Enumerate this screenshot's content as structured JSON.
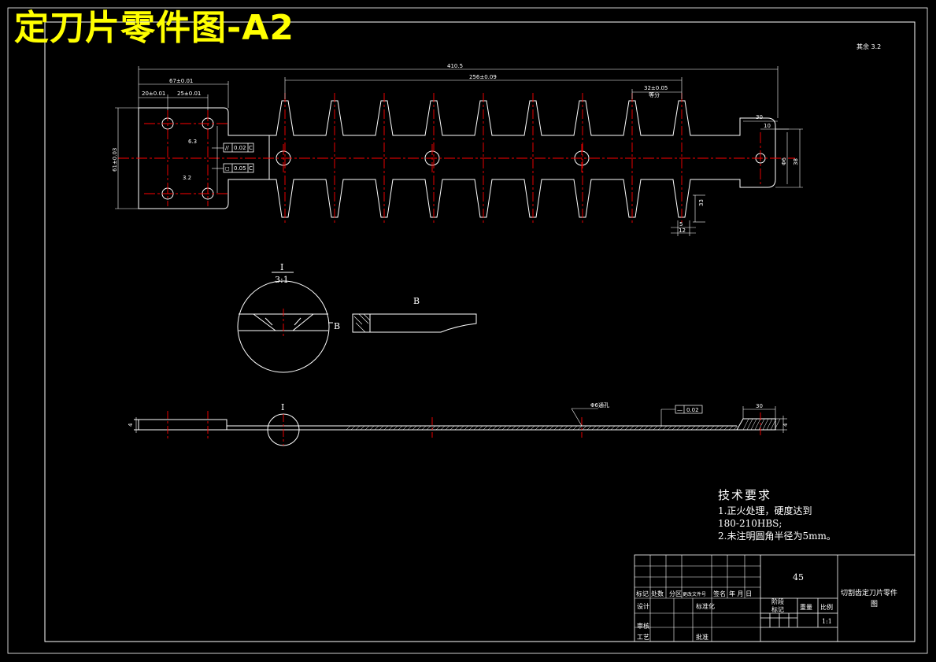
{
  "sheet": {
    "title": "定刀片零件图-A2",
    "surface_roughness_note": "其余 3.2"
  },
  "front_view_dims": {
    "overall_length": "410.5",
    "teeth_span": "256±0.09",
    "pitch": "32±0.05",
    "pitch_note": "等分",
    "left_block_width": "67±0.01",
    "hole_offset_a": "20±0.01",
    "hole_offset_b": "25±0.01",
    "height_left": "61±0.03",
    "right_end_length": "30",
    "right_end_offset": "10",
    "hole_diameter_right": "Φ6",
    "right_height": "38",
    "tooth_depth": "33",
    "tooth_tip_width": "5",
    "tooth_root_width": "12",
    "roughness_a": "6.3",
    "roughness_b": "3.2"
  },
  "tolerance_frames": [
    {
      "symbol": "//",
      "value": "0.02",
      "datum": "C"
    },
    {
      "symbol": "◻",
      "value": "0.05",
      "datum": "C"
    }
  ],
  "detail_view": {
    "label": "I",
    "scale": "3:1",
    "section_label": "B"
  },
  "section_b": {
    "label": "B"
  },
  "side_view": {
    "label": "I",
    "length_label": "30",
    "height_label": "4",
    "flatness": "0.02",
    "hole_label": "Φ6通孔",
    "left_thickness": "4"
  },
  "technical_requirements": {
    "heading": "技术要求",
    "lines": [
      "1.正火处理，硬度达到",
      "180-210HBS;",
      "2.未注明圆角半径为5mm。"
    ]
  },
  "title_block": {
    "material": "45",
    "drawing_name_line1": "切割齿定刀片零件",
    "drawing_name_line2": "图",
    "headers": [
      "标记",
      "处数",
      "分区",
      "更改文件号",
      "签名",
      "年 月 日"
    ],
    "design": "设计",
    "standardize": "标准化",
    "review": "审核",
    "process": "工艺",
    "approve": "批准",
    "stage_mark": "阶段标记",
    "weight": "重量",
    "scale_label": "比例",
    "scale_value": "1:1"
  },
  "colors": {
    "outline": "#ffffff",
    "centerline": "#ff0000",
    "title": "#ffff00",
    "background": "#000000"
  }
}
